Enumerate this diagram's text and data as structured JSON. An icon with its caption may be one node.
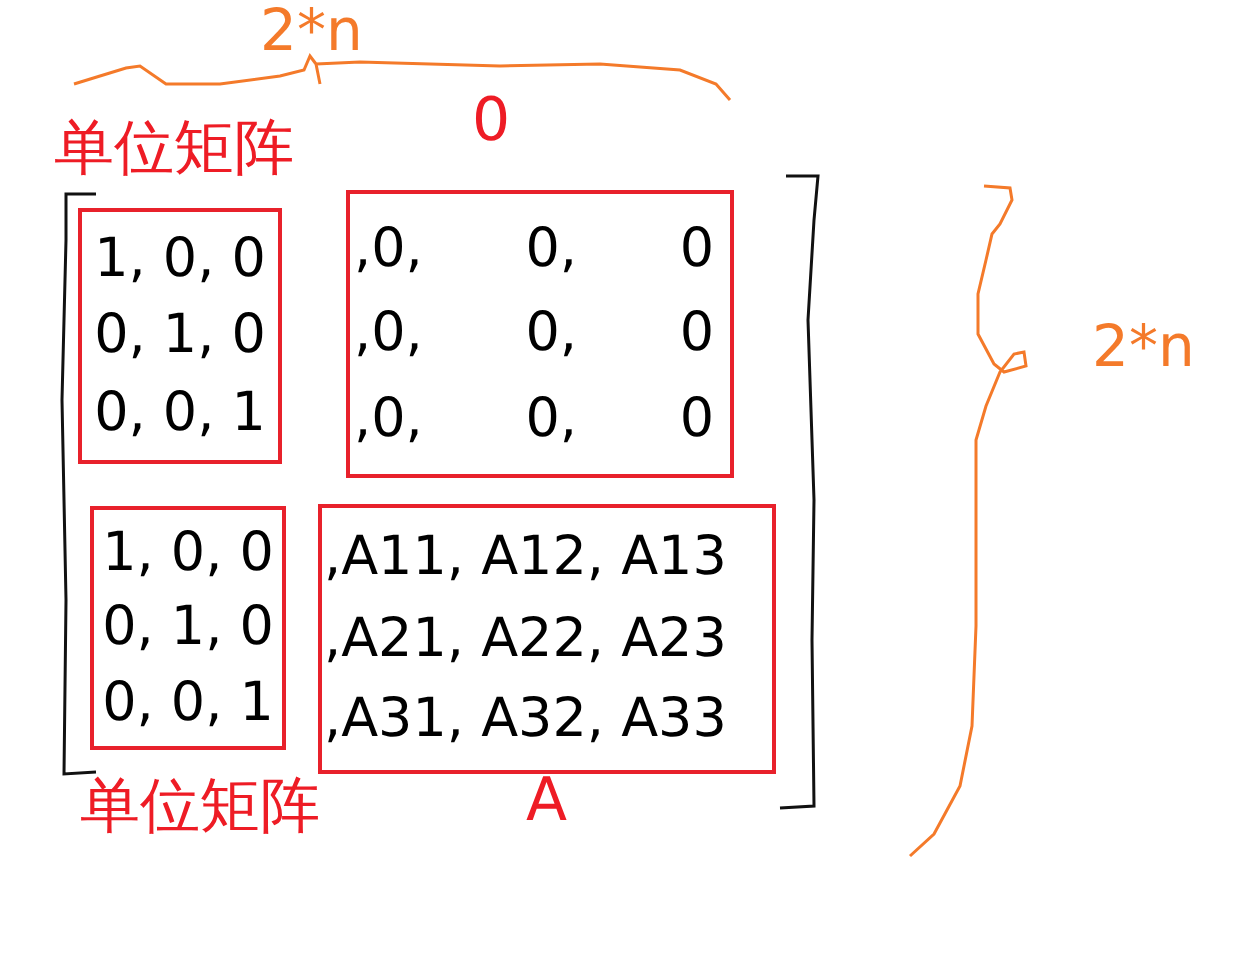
{
  "diagram": {
    "nodes": [
      {
        "text": [
          "1, 0, 0",
          "0, 1, 0",
          "0, 0, 1"
        ],
        "beside": [
          "单位矩阵"
        ]
      },
      {
        "text": [
          ",0, 0, 0",
          ",0, 0, 0",
          ",0, 0, 0"
        ],
        "beside": [
          "0"
        ]
      },
      {
        "text": [
          "1, 0, 0",
          "0, 1, 0",
          "0, 0, 1"
        ],
        "beside": [
          "单位矩阵"
        ]
      },
      {
        "text": [
          ",A11, A12, A13",
          ",A21, A22, A23",
          ",A31, A32, A33"
        ],
        "beside": [
          "A"
        ]
      }
    ],
    "labels": [
      "2*n",
      "2*n"
    ]
  }
}
